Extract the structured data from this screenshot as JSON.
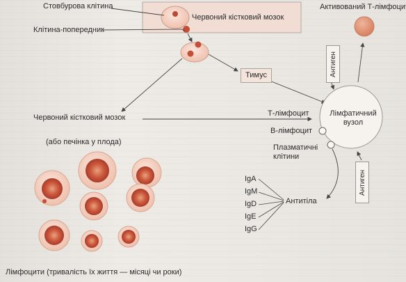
{
  "labels": {
    "stem_cell": "Стовбурова клітина",
    "progenitor": "Клітина-попередник",
    "red_marrow_top": "Червоний кістковий мозок",
    "thymus": "Тимус",
    "activated_t": "Активований Т-лімфоцит",
    "antigen_top": "Антиген",
    "antigen_bottom": "Антиген",
    "red_marrow_left": "Червоний кістковий мозок",
    "fetal_liver": "(або печінка у плода)",
    "t_lymphocyte": "Т-лімфоцит",
    "b_lymphocyte": "В-лімфоцит",
    "lymph_node": "Лімфатичний вузол",
    "plasma_cells": "Плазматичні клітини",
    "antibodies": "Антитіла",
    "caption": "Лімфоцити (тривалість їх життя — місяці чи роки)"
  },
  "immunoglobulins": [
    "IgA",
    "IgM",
    "IgD",
    "IgE",
    "IgG"
  ],
  "colors": {
    "cell_outer": "#f0c9b9",
    "cell_inner": "#c94d37",
    "node_bg": "#f6f3ef",
    "box_bg": "#f3e4dc",
    "arrow": "#444444"
  }
}
